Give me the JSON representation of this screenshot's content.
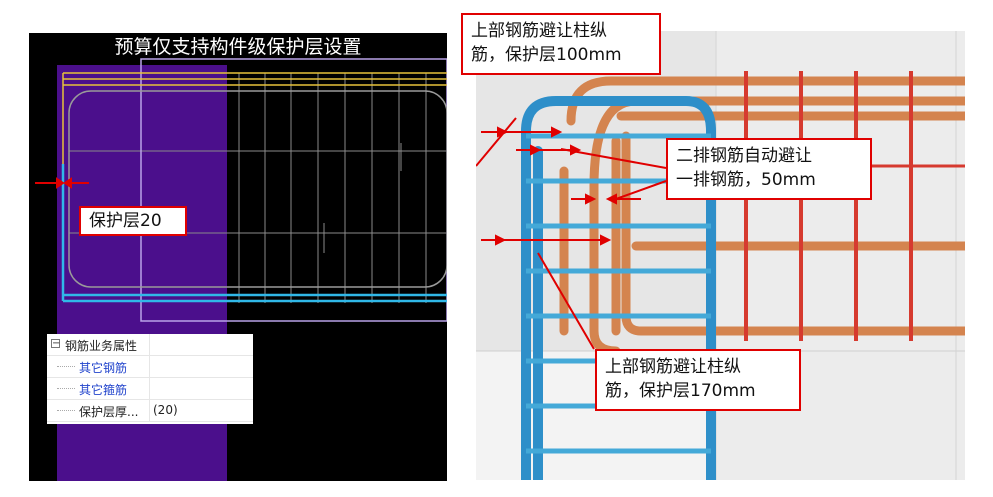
{
  "left_panel": {
    "title": "预算仅支持构件级保护层设置",
    "cover_label": "保护层20"
  },
  "property_panel": {
    "group_label": "钢筋业务属性",
    "expander_symbol": "−",
    "rows": [
      {
        "name": "其它钢筋",
        "value": "",
        "link": true
      },
      {
        "name": "其它箍筋",
        "value": "",
        "link": true
      },
      {
        "name": "保护层厚...",
        "value": "(20)",
        "link": false
      }
    ]
  },
  "callouts": {
    "top": {
      "line1": "上部钢筋避让柱纵",
      "line2": "筋，保护层100mm"
    },
    "middle": {
      "line1": "二排钢筋自动避让",
      "line2": "一排钢筋，50mm"
    },
    "bottom": {
      "line1": "上部钢筋避让柱纵",
      "line2": "筋，保护层170mm"
    }
  },
  "colors": {
    "annotation_red": "#e00000",
    "column_rebar_blue": "#2e8fc9",
    "beam_rebar_orange": "#d4844f",
    "stirrup_red": "#d63a2f",
    "cover_zone_purple": "#4b0f8c"
  }
}
